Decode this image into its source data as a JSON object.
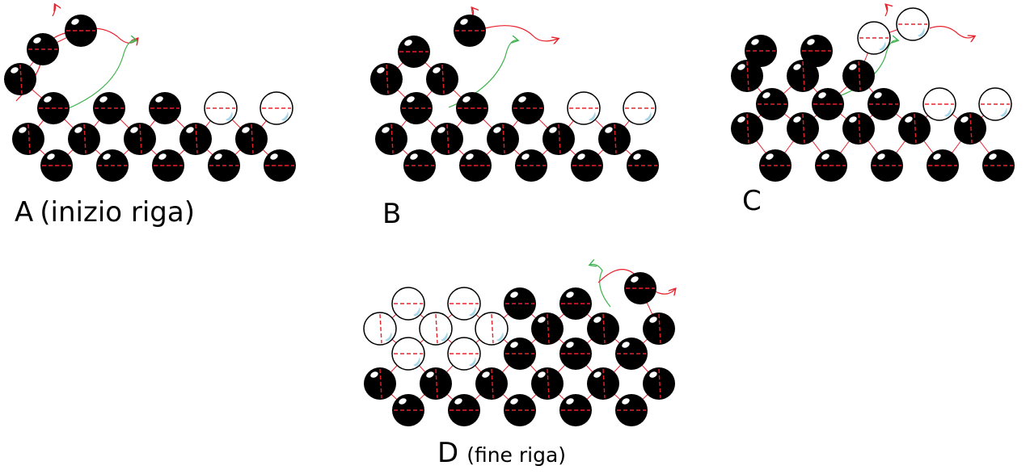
{
  "panels": [
    {
      "id": "A",
      "letter": "A",
      "caption": "(inizio riga)"
    },
    {
      "id": "B",
      "letter": "B",
      "caption": ""
    },
    {
      "id": "C",
      "letter": "C",
      "caption": ""
    },
    {
      "id": "D",
      "letter": "D",
      "caption": "(fine riga)"
    }
  ],
  "colors": {
    "bead_black": "#000000",
    "bead_highlight": "#ffffff",
    "bead_empty_fill": "#ffffff",
    "bead_empty_mark": "#a8d8ea",
    "thread_red": "#e8202a",
    "thread_green": "#3fb34f"
  },
  "icons": [
    "black-bead-icon",
    "empty-bead-icon",
    "thread-arrow-icon"
  ]
}
